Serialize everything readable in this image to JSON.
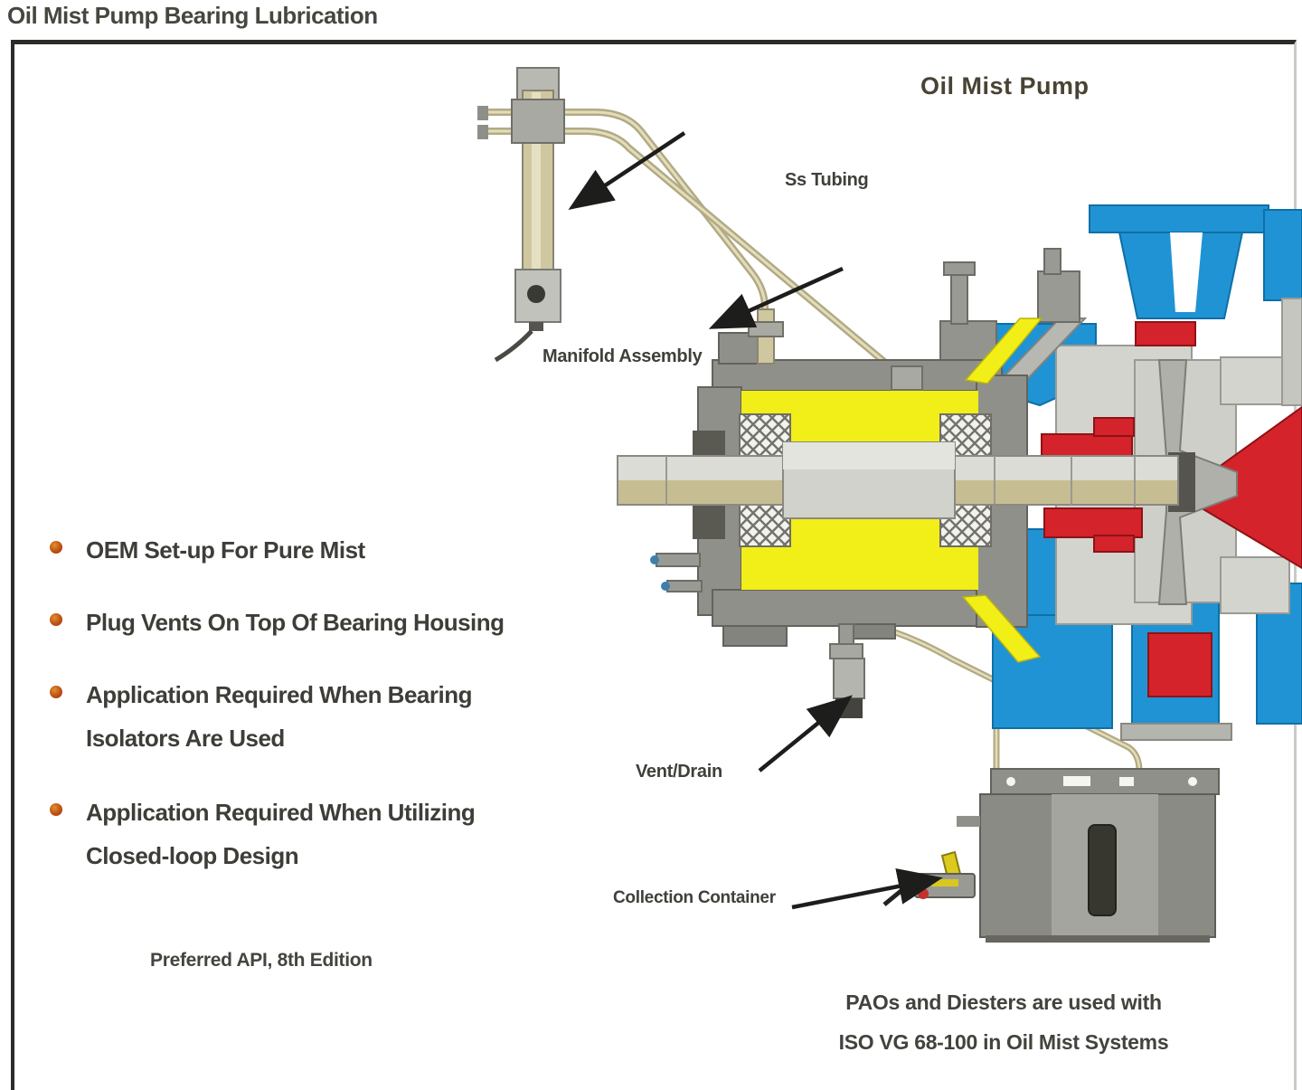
{
  "page": {
    "title": "Oil Mist Pump Bearing Lubrication"
  },
  "diagram": {
    "heading": "Oil Mist Pump",
    "labels": {
      "ss_tubing": "Ss Tubing",
      "manifold_assembly": "Manifold Assembly",
      "vent_drain": "Vent/Drain",
      "collection_container": "Collection Container"
    },
    "bullets": [
      {
        "line1": "OEM Set-up For Pure Mist",
        "line2": ""
      },
      {
        "line1": "Plug Vents On Top Of Bearing Housing",
        "line2": ""
      },
      {
        "line1": "Application Required When Bearing",
        "line2": "Isolators Are Used"
      },
      {
        "line1": "Application Required When Utilizing",
        "line2": "Closed-loop Design"
      }
    ],
    "footnote": "Preferred API, 8th Edition",
    "bottom_note": {
      "line1": "PAOs and Diesters are used with",
      "line2": "ISO VG 68-100 in Oil Mist Systems"
    },
    "colors": {
      "oil_yellow": "#f2ee18",
      "casing_blue": "#2093d4",
      "seal_red": "#d5232b",
      "machinery_gray": "#90908a",
      "tubing_tan": "#c9c19a",
      "bullet_orange": "#bf4e17",
      "text": "#43423c"
    }
  }
}
